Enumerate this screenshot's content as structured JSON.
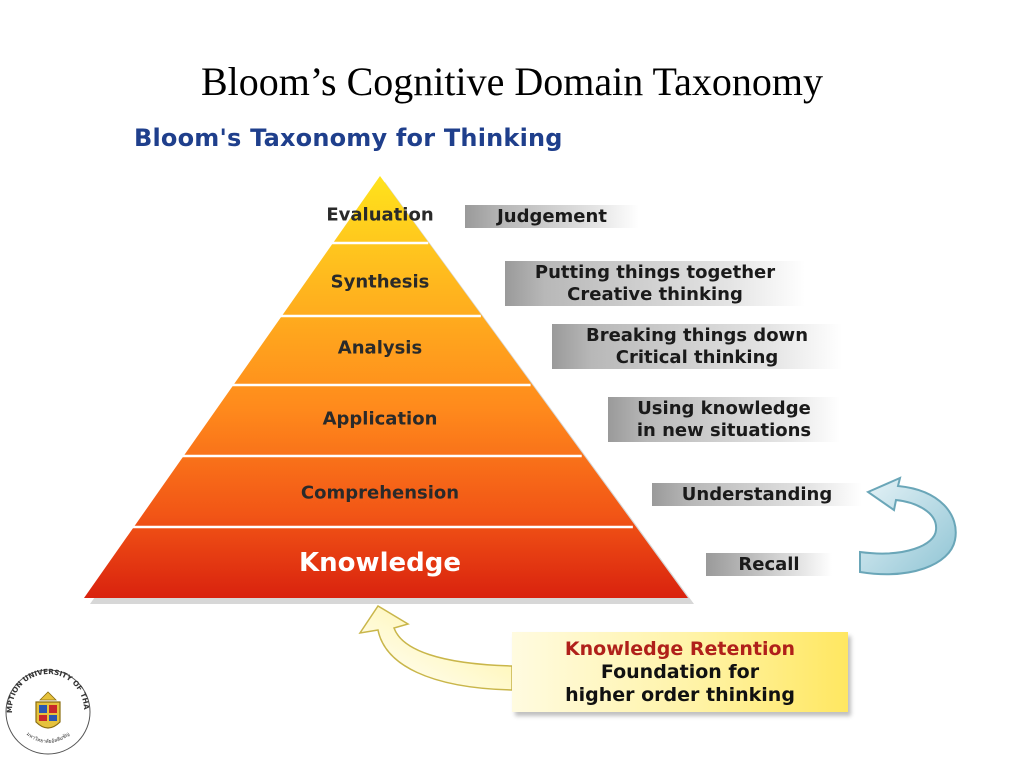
{
  "slide": {
    "title": "Bloom’s Cognitive Domain Taxonomy"
  },
  "diagram": {
    "heading": "Bloom's Taxonomy for Thinking",
    "levels": [
      {
        "name": "Evaluation",
        "description": [
          "Judgement"
        ],
        "color": "#ffd21a"
      },
      {
        "name": "Synthesis",
        "description": [
          "Putting things together",
          "Creative thinking"
        ],
        "color": "#ffb21c"
      },
      {
        "name": "Analysis",
        "description": [
          "Breaking things down",
          "Critical thinking"
        ],
        "color": "#ff951c"
      },
      {
        "name": "Application",
        "description": [
          "Using knowledge",
          "in new situations"
        ],
        "color": "#ff7a1c"
      },
      {
        "name": "Comprehension",
        "description": [
          "Understanding"
        ],
        "color": "#f25a18"
      },
      {
        "name": "Knowledge",
        "description": [
          "Recall"
        ],
        "color": "#e02a10"
      }
    ],
    "callout": {
      "title": "Knowledge Retention",
      "lines": [
        "Foundation for",
        "higher order thinking"
      ]
    }
  },
  "logo": {
    "text_top": "ASSUMPTION UNIVERSITY OF THAILAND",
    "text_bottom": "มหาวิทยาลัยอัสสัมชัญ"
  }
}
